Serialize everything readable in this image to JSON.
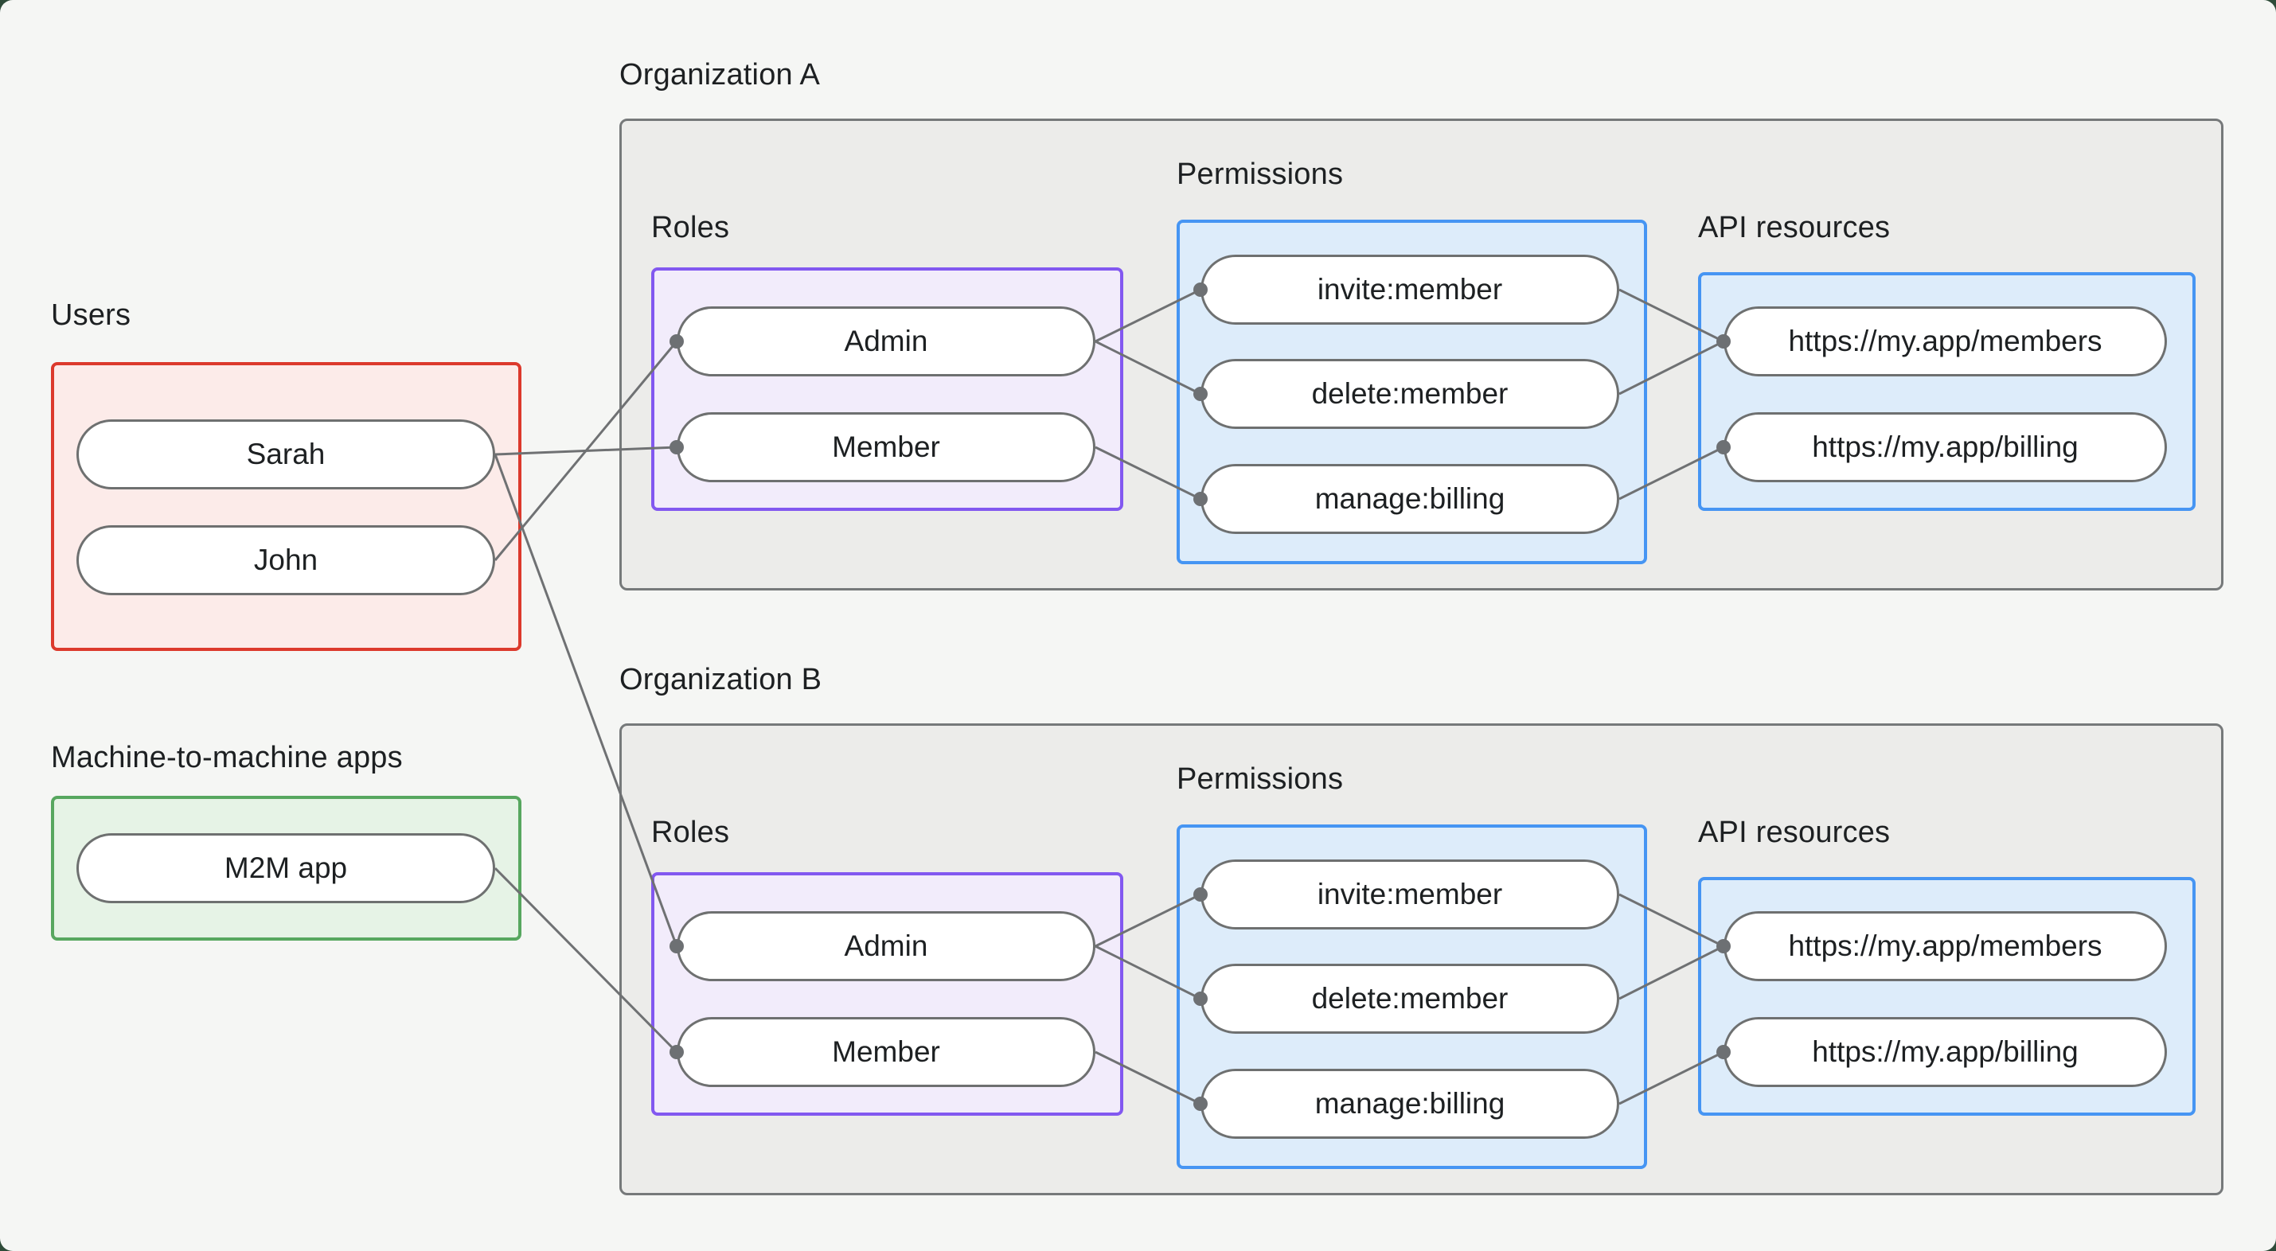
{
  "page": {
    "canvas_background": "#f5f6f4",
    "outside_background": "#2e4b39"
  },
  "colors": {
    "edge_line": "#6f7173",
    "edge_dot": "#6d7073",
    "pill_border": "#6e7070",
    "pill_fill": "#ffffff",
    "org_box_border": "#76797a",
    "org_box_fill": "#ececea",
    "users_box_border": "#dc392c",
    "users_box_fill": "#fcebe9",
    "m2m_box_border": "#57a75f",
    "m2m_box_fill": "#e6f3e6",
    "roles_box_border": "#8258f0",
    "roles_box_fill": "#f2ecfb",
    "blue_box_border": "#4695f3",
    "blue_box_fill": "#ddecfa",
    "label_text": "#1d2022"
  },
  "users_group": {
    "title": "Users",
    "items": [
      {
        "id": "user-sarah",
        "label": "Sarah"
      },
      {
        "id": "user-john",
        "label": "John"
      }
    ]
  },
  "m2m_group": {
    "title": "Machine-to-machine apps",
    "items": [
      {
        "id": "m2m-app",
        "label": "M2M app"
      }
    ]
  },
  "organizations": [
    {
      "title": "Organization A",
      "roles": {
        "title": "Roles",
        "items": [
          {
            "id": "org-a-admin",
            "label": "Admin"
          },
          {
            "id": "org-a-member",
            "label": "Member"
          }
        ]
      },
      "permissions": {
        "title": "Permissions",
        "items": [
          {
            "id": "org-a-invite-member",
            "label": "invite:member"
          },
          {
            "id": "org-a-delete-member",
            "label": "delete:member"
          },
          {
            "id": "org-a-manage-billing",
            "label": "manage:billing"
          }
        ]
      },
      "api_resources": {
        "title": "API resources",
        "items": [
          {
            "id": "org-a-members-api",
            "label": "https://my.app/members"
          },
          {
            "id": "org-a-billing-api",
            "label": "https://my.app/billing"
          }
        ]
      }
    },
    {
      "title": "Organization B",
      "roles": {
        "title": "Roles",
        "items": [
          {
            "id": "org-b-admin",
            "label": "Admin"
          },
          {
            "id": "org-b-member",
            "label": "Member"
          }
        ]
      },
      "permissions": {
        "title": "Permissions",
        "items": [
          {
            "id": "org-b-invite-member",
            "label": "invite:member"
          },
          {
            "id": "org-b-delete-member",
            "label": "delete:member"
          },
          {
            "id": "org-b-manage-billing",
            "label": "manage:billing"
          }
        ]
      },
      "api_resources": {
        "title": "API resources",
        "items": [
          {
            "id": "org-b-members-api",
            "label": "https://my.app/members"
          },
          {
            "id": "org-b-billing-api",
            "label": "https://my.app/billing"
          }
        ]
      }
    }
  ],
  "edges": [
    {
      "from": "user-sarah",
      "to": "org-a-member"
    },
    {
      "from": "user-john",
      "to": "org-a-admin"
    },
    {
      "from": "user-sarah",
      "to": "org-b-admin"
    },
    {
      "from": "m2m-app",
      "to": "org-b-member"
    },
    {
      "from": "org-a-admin",
      "to": "org-a-invite-member"
    },
    {
      "from": "org-a-admin",
      "to": "org-a-delete-member"
    },
    {
      "from": "org-a-member",
      "to": "org-a-manage-billing"
    },
    {
      "from": "org-a-invite-member",
      "to": "org-a-members-api"
    },
    {
      "from": "org-a-delete-member",
      "to": "org-a-members-api"
    },
    {
      "from": "org-a-manage-billing",
      "to": "org-a-billing-api"
    },
    {
      "from": "org-b-admin",
      "to": "org-b-invite-member"
    },
    {
      "from": "org-b-admin",
      "to": "org-b-delete-member"
    },
    {
      "from": "org-b-member",
      "to": "org-b-manage-billing"
    },
    {
      "from": "org-b-invite-member",
      "to": "org-b-members-api"
    },
    {
      "from": "org-b-delete-member",
      "to": "org-b-members-api"
    },
    {
      "from": "org-b-manage-billing",
      "to": "org-b-billing-api"
    }
  ]
}
